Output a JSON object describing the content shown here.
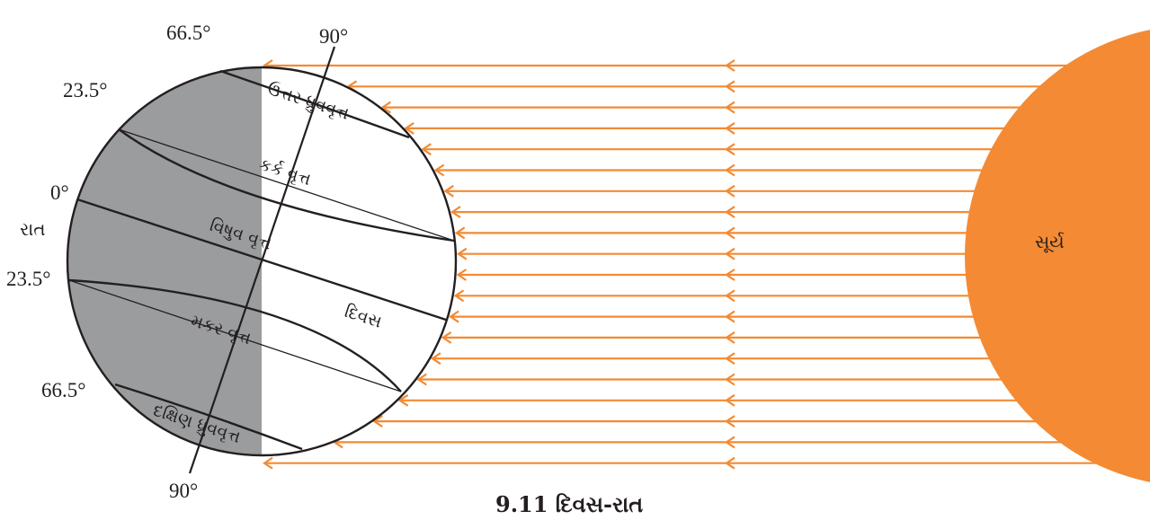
{
  "figure": {
    "caption": "9.11 દિવસ-રાત",
    "sun_label": "સૂર્ય",
    "day_label": "દિવસ",
    "night_label": "રાત",
    "latitudes": {
      "north_66": "66.5°",
      "north_23": "23.5°",
      "equator": "0°",
      "south_23": "23.5°",
      "south_66": "66.5°"
    },
    "axis": {
      "top": "90°",
      "bottom": "90°"
    },
    "circles": {
      "arctic": "ઉત્તર ધ્રુવવૃત્ત",
      "cancer": "કર્ક વૃત્ત",
      "equator": "વિષુવ વૃત્ત",
      "capricorn": "મકર વૃત્ત",
      "antarctic": "દક્ષિણ ધ્રુવવૃત્ત"
    },
    "colors": {
      "sun": "#f48a33",
      "rays": "#f48a33",
      "night": "#9a9c9d",
      "outline": "#231f20"
    }
  }
}
